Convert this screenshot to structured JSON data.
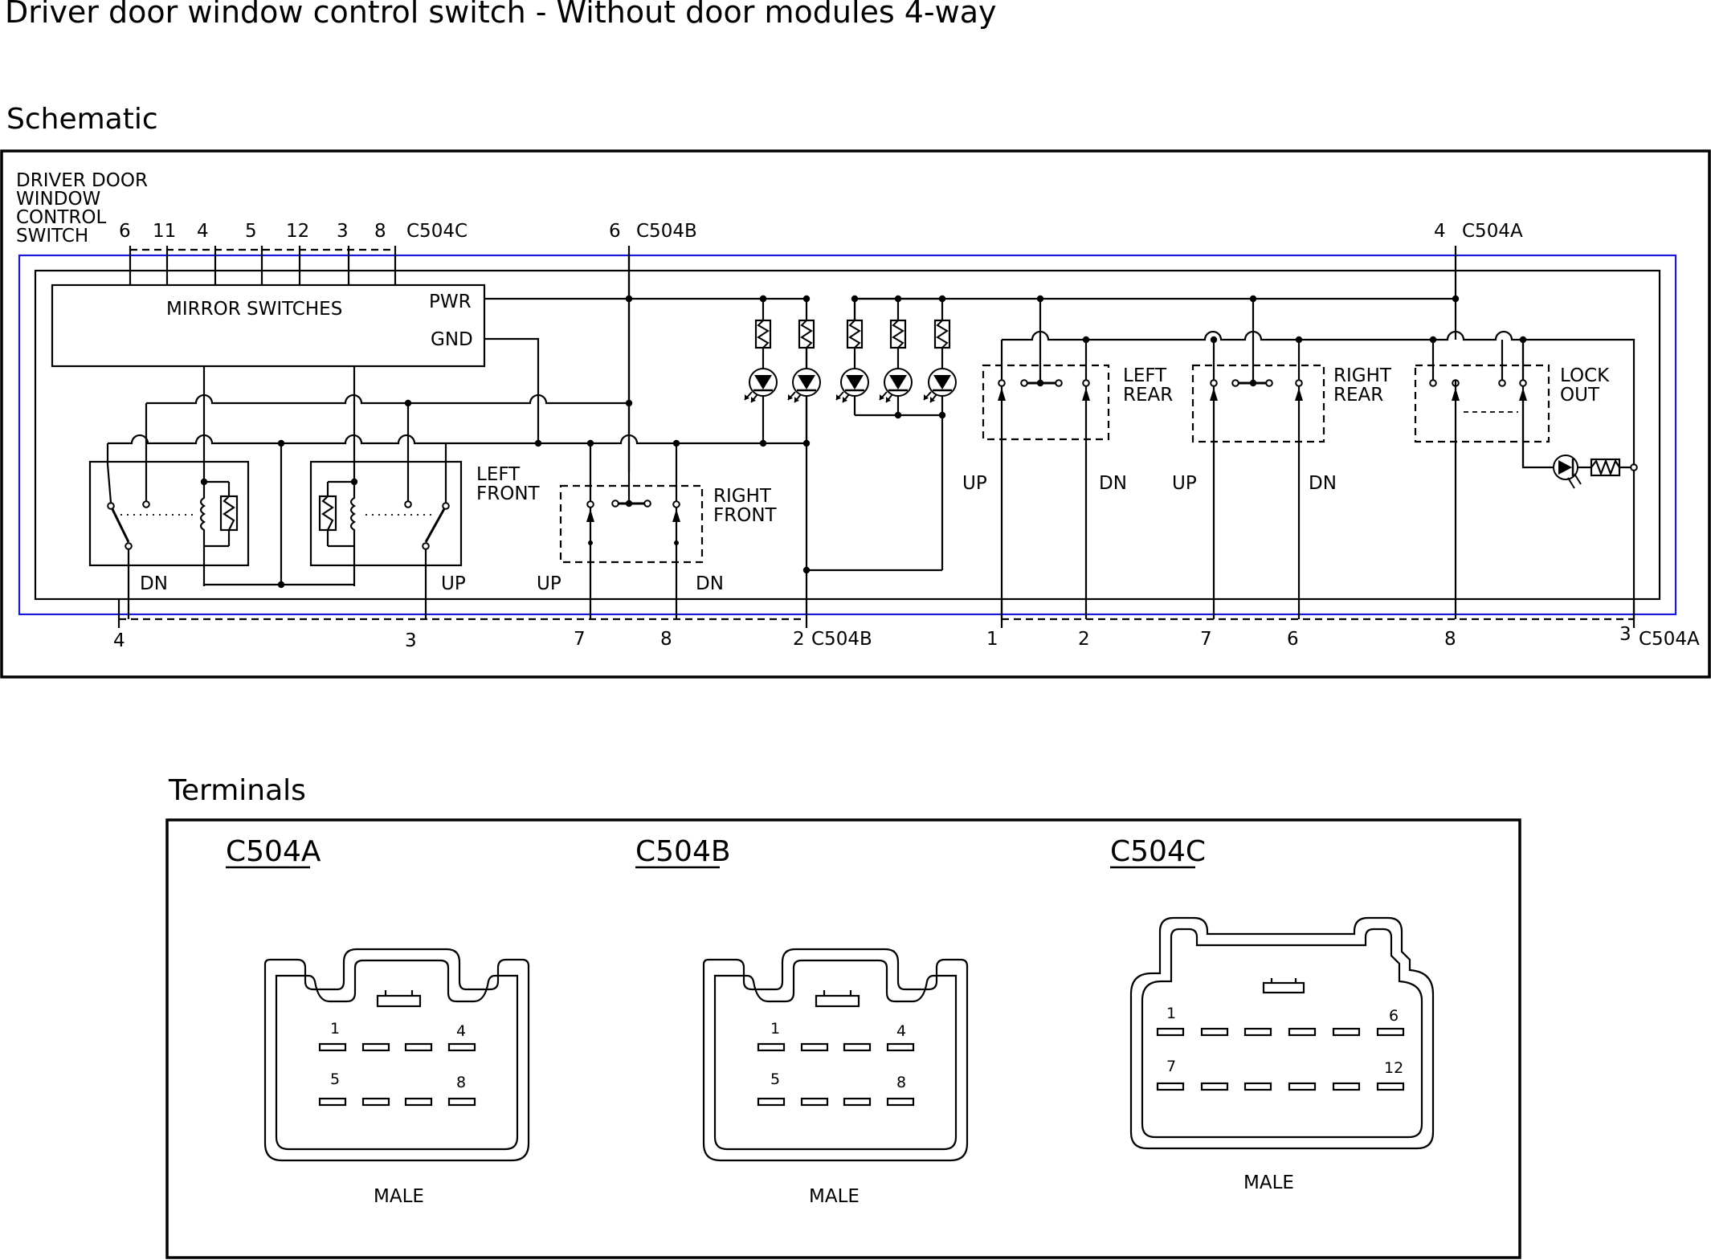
{
  "title": "Driver door window control switch - Without door modules 4-way",
  "schematic": {
    "heading": "Schematic",
    "component_label": [
      "DRIVER DOOR",
      "WINDOW",
      "CONTROL",
      "SWITCH"
    ],
    "mirror_block_label": "MIRROR SWITCHES",
    "pwr_label": "PWR",
    "gnd_label": "GND",
    "top_pins_c504c": [
      "6",
      "11",
      "4",
      "5",
      "12",
      "3",
      "8"
    ],
    "top_connectors": [
      {
        "pin": "6",
        "name": "C504C"
      },
      {
        "pin": "6",
        "name": "C504B"
      },
      {
        "pin": "4",
        "name": "C504A"
      }
    ],
    "switch_labels": {
      "left_front": [
        "LEFT",
        "FRONT"
      ],
      "right_front": [
        "RIGHT",
        "FRONT"
      ],
      "left_rear": [
        "LEFT",
        "REAR"
      ],
      "right_rear": [
        "RIGHT",
        "REAR"
      ],
      "lock_out": [
        "LOCK",
        "OUT"
      ]
    },
    "direction_labels": {
      "dn_1": "DN",
      "up_1": "UP",
      "up_2": "UP",
      "dn_2": "DN",
      "up_3": "UP",
      "dn_3": "DN",
      "up_4": "UP",
      "dn_4": "DN"
    },
    "bottom_pins": [
      {
        "pin": "4"
      },
      {
        "pin": "3"
      },
      {
        "pin": "7"
      },
      {
        "pin": "8"
      },
      {
        "pin": "2",
        "connector": "C504B"
      },
      {
        "pin": "1"
      },
      {
        "pin": "2"
      },
      {
        "pin": "7"
      },
      {
        "pin": "6"
      },
      {
        "pin": "8"
      },
      {
        "pin": "3",
        "connector": "C504A"
      }
    ]
  },
  "terminals": {
    "heading": "Terminals",
    "connectors": [
      {
        "name": "C504A",
        "gender": "MALE",
        "pins": [
          "1",
          "4",
          "5",
          "8"
        ]
      },
      {
        "name": "C504B",
        "gender": "MALE",
        "pins": [
          "1",
          "4",
          "5",
          "8"
        ]
      },
      {
        "name": "C504C",
        "gender": "MALE",
        "pins": [
          "1",
          "6",
          "7",
          "12"
        ]
      }
    ]
  },
  "colors": {
    "line": "#000000",
    "inner_boundary": "#1a1adc",
    "background": "#ffffff"
  }
}
